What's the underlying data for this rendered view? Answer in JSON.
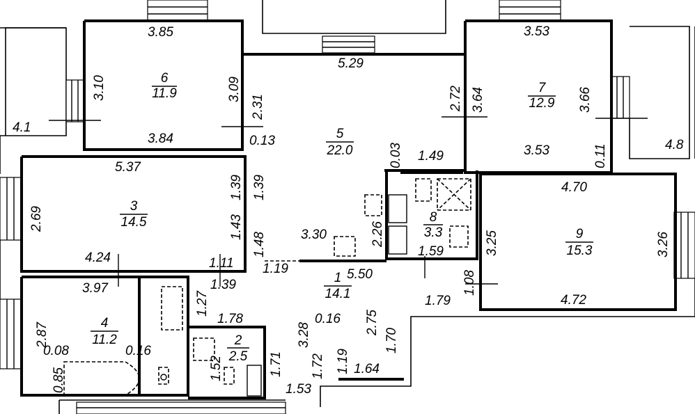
{
  "rooms": [
    {
      "number": "6",
      "area": "11.9"
    },
    {
      "number": "5",
      "area": "22.0"
    },
    {
      "number": "7",
      "area": "12.9"
    },
    {
      "number": "3",
      "area": "14.5"
    },
    {
      "number": "8",
      "area": "3.3"
    },
    {
      "number": "9",
      "area": "15.3"
    },
    {
      "number": "1",
      "area": "14.1"
    },
    {
      "number": "4",
      "area": "11.2"
    },
    {
      "number": "2",
      "area": "2.5"
    }
  ],
  "dimensions": [
    "3.85",
    "3.10",
    "3.09",
    "3.84",
    "5.29",
    "2.31",
    "0.13",
    "4.1",
    "3.53",
    "2.72",
    "3.64",
    "3.66",
    "3.53",
    "0.11",
    "4.8",
    "0.03",
    "1.49",
    "5.37",
    "1.39",
    "1.39",
    "2.69",
    "1.43",
    "1.48",
    "3.30",
    "2.26",
    "1.59",
    "4.70",
    "3.25",
    "3.26",
    "4.24",
    "1.11",
    "1.19",
    "5.50",
    "1.08",
    "3.97",
    "1.39",
    "1.27",
    "1.79",
    "4.72",
    "2.87",
    "1.78",
    "3.28",
    "0.16",
    "2.75",
    "1.70",
    "0.08",
    "0.16",
    "1.52",
    "1.71",
    "1.72",
    "1.19",
    "0.85",
    "1.64",
    "1.53"
  ]
}
